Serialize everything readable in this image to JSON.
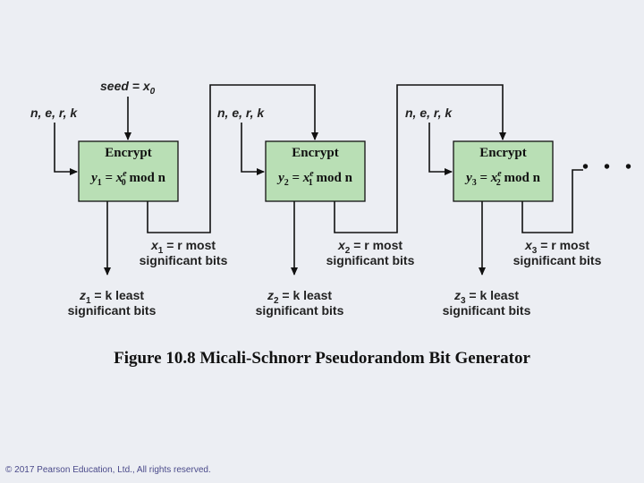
{
  "diagram": {
    "seed_label": "seed = x",
    "seed_sub": "0",
    "stages": [
      {
        "input_label": "n, e, r, k",
        "box_title": "Encrypt",
        "y_sym": "y",
        "y_sub": "1",
        "x_sym": "x",
        "x_sub": "0",
        "x_sup": "e",
        "mod_text": "mod n",
        "msb_sym": "x",
        "msb_sub": "1",
        "msb_text": "= r most",
        "msb_line2": "significant bits",
        "lsb_sym": "z",
        "lsb_sub": "1",
        "lsb_text": "= k least",
        "lsb_line2": "significant bits"
      },
      {
        "input_label": "n, e, r, k",
        "box_title": "Encrypt",
        "y_sym": "y",
        "y_sub": "2",
        "x_sym": "x",
        "x_sub": "1",
        "x_sup": "e",
        "mod_text": "mod n",
        "msb_sym": "x",
        "msb_sub": "2",
        "msb_text": "= r most",
        "msb_line2": "significant bits",
        "lsb_sym": "z",
        "lsb_sub": "2",
        "lsb_text": "= k least",
        "lsb_line2": "significant bits"
      },
      {
        "input_label": "n, e, r, k",
        "box_title": "Encrypt",
        "y_sym": "y",
        "y_sub": "3",
        "x_sym": "x",
        "x_sub": "2",
        "x_sup": "e",
        "mod_text": "mod n",
        "msb_sym": "x",
        "msb_sub": "3",
        "msb_text": "= r most",
        "msb_line2": "significant bits",
        "lsb_sym": "z",
        "lsb_sub": "3",
        "lsb_text": "= k least",
        "lsb_line2": "significant bits"
      }
    ],
    "continuation": "• • •"
  },
  "caption": "Figure 10.8  Micali-Schnorr Pseudorandom Bit Generator",
  "copyright": "© 2017 Pearson Education, Ltd., All rights reserved.",
  "colors": {
    "box_fill": "#b9dfb5",
    "line": "#111111",
    "background": "#eceef3"
  }
}
